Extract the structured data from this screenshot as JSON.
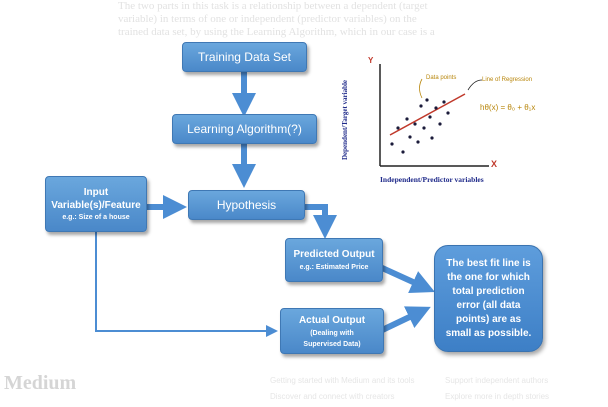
{
  "background_text": [
    "The two parts in this task is a relationship between a dependent (target",
    "variable) in terms of one or independent (predictor variables) on the",
    "trained data set, by using the Learning Algorithm, which in our case is a"
  ],
  "flow": {
    "training": "Training Data Set",
    "learning": "Learning Algorithm(?)",
    "hypothesis": "Hypothesis",
    "input_main": "Input\nVariable(s)/Feature",
    "input_sub": "e.g.: Size of a house",
    "predicted_main": "Predicted Output",
    "predicted_sub": "e.g.: Estimated Price",
    "actual_main": "Actual Output",
    "actual_sub": "(Dealing with\nSupervised Data)",
    "best_fit": "The best fit line is\nthe one for which\ntotal prediction\nerror (all data\npoints) are as\nsmall as possible."
  },
  "scatter": {
    "y_axis_letter": "Y",
    "x_axis_letter": "X",
    "y_label": "Dependent/Target variable",
    "x_label": "Independent/Predictor variables",
    "data_points_label": "Data points",
    "regression_label": "Line of Regression",
    "formula": "hθ(x) = θ₀ + θ₁x",
    "colors": {
      "points": "#1b1b3a",
      "line": "#c0392b",
      "annotation": "#b8860b",
      "axis_label": "#1f2a8a"
    }
  },
  "watermark": {
    "logo": "Medium",
    "footer_items": [
      "Getting started with Medium and its tools",
      "Discover and connect with creators",
      "Support independent authors",
      "Explore more in depth stories"
    ]
  }
}
